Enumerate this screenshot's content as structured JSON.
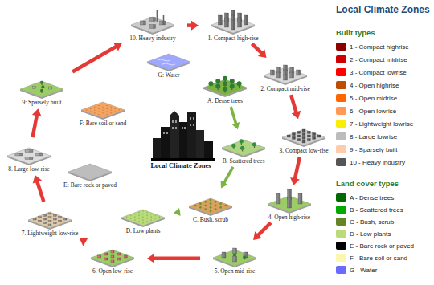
{
  "diagram": {
    "title": "Local Climate Zones",
    "nodes": [
      {
        "text": [
          "1. Compact high-rise"
        ]
      },
      {
        "text": [
          "2. Compact mid-rise"
        ]
      },
      {
        "text": [
          "3. Compact low-rise"
        ]
      },
      {
        "text": [
          "4. Open high-rise"
        ]
      },
      {
        "text": [
          "5. Open mid-rise"
        ]
      },
      {
        "text": [
          "6. Open low-rise"
        ]
      },
      {
        "text": [
          "7. Lightweight low-rise"
        ]
      },
      {
        "text": [
          "8. Large low-rise"
        ]
      },
      {
        "text": [
          "9: Sparsely built"
        ]
      },
      {
        "text": [
          "10. Heavy industry"
        ]
      },
      {
        "text": [
          "A. Dense trees"
        ]
      },
      {
        "text": [
          "B. Scattered trees"
        ]
      },
      {
        "text": [
          "C. Bush, scrub"
        ]
      },
      {
        "text": [
          "D. Low plants"
        ]
      },
      {
        "text": [
          "E: Bare rock or paved"
        ]
      },
      {
        "text": [
          "F: Bare soil or sand"
        ]
      },
      {
        "text": [
          "G: Water"
        ]
      }
    ],
    "edges": [
      {
        "from": 9,
        "to": 0,
        "arrow": "to"
      },
      {
        "from": 0,
        "to": 1,
        "arrow": "to"
      },
      {
        "from": 1,
        "to": 2,
        "arrow": "to"
      },
      {
        "from": 2,
        "to": 3,
        "arrow": "to"
      },
      {
        "from": 3,
        "to": 4,
        "arrow": "to"
      },
      {
        "from": 4,
        "to": 5,
        "arrow": "to"
      },
      {
        "from": 5,
        "to": 6,
        "arrow": "to"
      },
      {
        "from": 6,
        "to": 7,
        "arrow": "to"
      },
      {
        "from": 7,
        "to": 8,
        "arrow": "to"
      },
      {
        "from": 8,
        "to": 9,
        "arrow": "to"
      },
      {
        "from": 10,
        "to": 11,
        "arrow": "to"
      },
      {
        "from": 11,
        "to": 12,
        "arrow": "to"
      },
      {
        "from": 12,
        "to": 13,
        "arrow": "to"
      }
    ],
    "labels": [
      "Local Climate Zones",
      "Built types",
      "Land cover types"
    ],
    "legend": [
      {
        "text": "1 - Compact highrise",
        "color": "#8c0000"
      },
      {
        "text": "2 - Compact midrise",
        "color": "#d10000"
      },
      {
        "text": "3 - Compact lowrise",
        "color": "#ff0000"
      },
      {
        "text": "4 - Open highrise",
        "color": "#bf4d00"
      },
      {
        "text": "5 - Open midrise",
        "color": "#ff6600"
      },
      {
        "text": "6 - Open lowrise",
        "color": "#ff9955"
      },
      {
        "text": "7 - Lightweight lowrise",
        "color": "#faee05"
      },
      {
        "text": "8 - Large lowrise",
        "color": "#bcbcbc"
      },
      {
        "text": "9 - Sparsely built",
        "color": "#ffccaa"
      },
      {
        "text": "10 - Heavy industry",
        "color": "#555555"
      },
      {
        "text": "A - Dense trees",
        "color": "#006a00"
      },
      {
        "text": "B - Scattered trees",
        "color": "#00aa00"
      },
      {
        "text": "C - Bush, scrub",
        "color": "#648525"
      },
      {
        "text": "D - Low plants",
        "color": "#b9db79"
      },
      {
        "text": "E - Bare rock or paved",
        "color": "#000000"
      },
      {
        "text": "F - Bare soil or sand",
        "color": "#fbf7ae"
      },
      {
        "text": "G - Water",
        "color": "#6a6aff"
      }
    ]
  }
}
